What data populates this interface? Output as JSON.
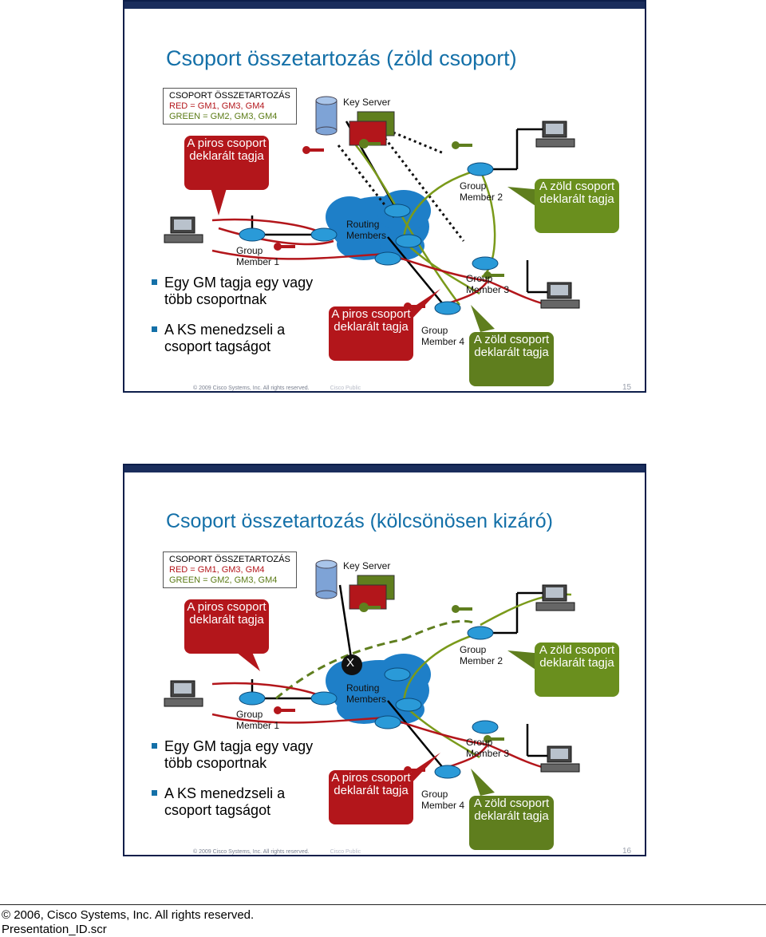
{
  "slides": [
    {
      "title": "Csoport összetartozás (zöld csoport)",
      "legend": {
        "heading": "CSOPORT ÖSSZETARTOZÁS",
        "red": "RED = GM1, GM3, GM4",
        "green": "GREEN = GM2, GM3, GM4"
      },
      "key_server": "Key Server",
      "routing_members": "Routing Members",
      "gm1": "Group Member 1",
      "gm2": "Group Member 2",
      "gm3": "Group Member 3",
      "gm4": "Group Member 4",
      "bubble_red_left": "A piros csoport deklarált tagja",
      "bubble_red_mid": "A piros csoport deklarált tagja",
      "bubble_green_right": "A zöld csoport deklarált tagja",
      "bubble_green_bottom": "A zöld csoport deklarált tagja",
      "bullet_1": "Egy GM tagja egy vagy több csoportnak",
      "bullet_2": "A KS menedzseli a csoport tagságot",
      "footer": "© 2009 Cisco Systems, Inc. All rights reserved.",
      "footer_public": "Cisco Public",
      "page_number": "15"
    },
    {
      "title": "Csoport összetartozás (kölcsönösen kizáró)",
      "legend": {
        "heading": "CSOPORT ÖSSZETARTOZÁS",
        "red": "RED = GM1, GM3, GM4",
        "green": "GREEN = GM2, GM3, GM4"
      },
      "key_server": "Key Server",
      "routing_members": "Routing Members",
      "x_mark": "X",
      "gm1": "Group Member 1",
      "gm2": "Group Member 2",
      "gm3": "Group Member 3",
      "gm4": "Group Member 4",
      "bubble_red_left": "A piros csoport deklarált tagja",
      "bubble_red_mid": "A piros csoport deklarált tagja",
      "bubble_green_right": "A zöld csoport deklarált tagja",
      "bubble_green_bottom": "A zöld csoport deklarált tagja",
      "bullet_1": "Egy GM tagja egy vagy több csoportnak",
      "bullet_2": "A KS menedzseli a csoport tagságot",
      "footer": "© 2009 Cisco Systems, Inc. All rights reserved.",
      "footer_public": "Cisco Public",
      "page_number": "16"
    }
  ],
  "page_footer": {
    "copyright": "© 2006, Cisco Systems, Inc. All rights reserved.",
    "presentation_id": "Presentation_ID.scr"
  },
  "colors": {
    "title_blue": "#1470a8",
    "red_group": "#b3161b",
    "green_group": "#5f7e1e",
    "cloud_blue": "#1e7fc8",
    "router_blue": "#2a9ad8"
  },
  "icons": [
    "database-icon",
    "key-icon",
    "folder-icon",
    "router-icon",
    "computer-icon",
    "cloud-icon"
  ]
}
